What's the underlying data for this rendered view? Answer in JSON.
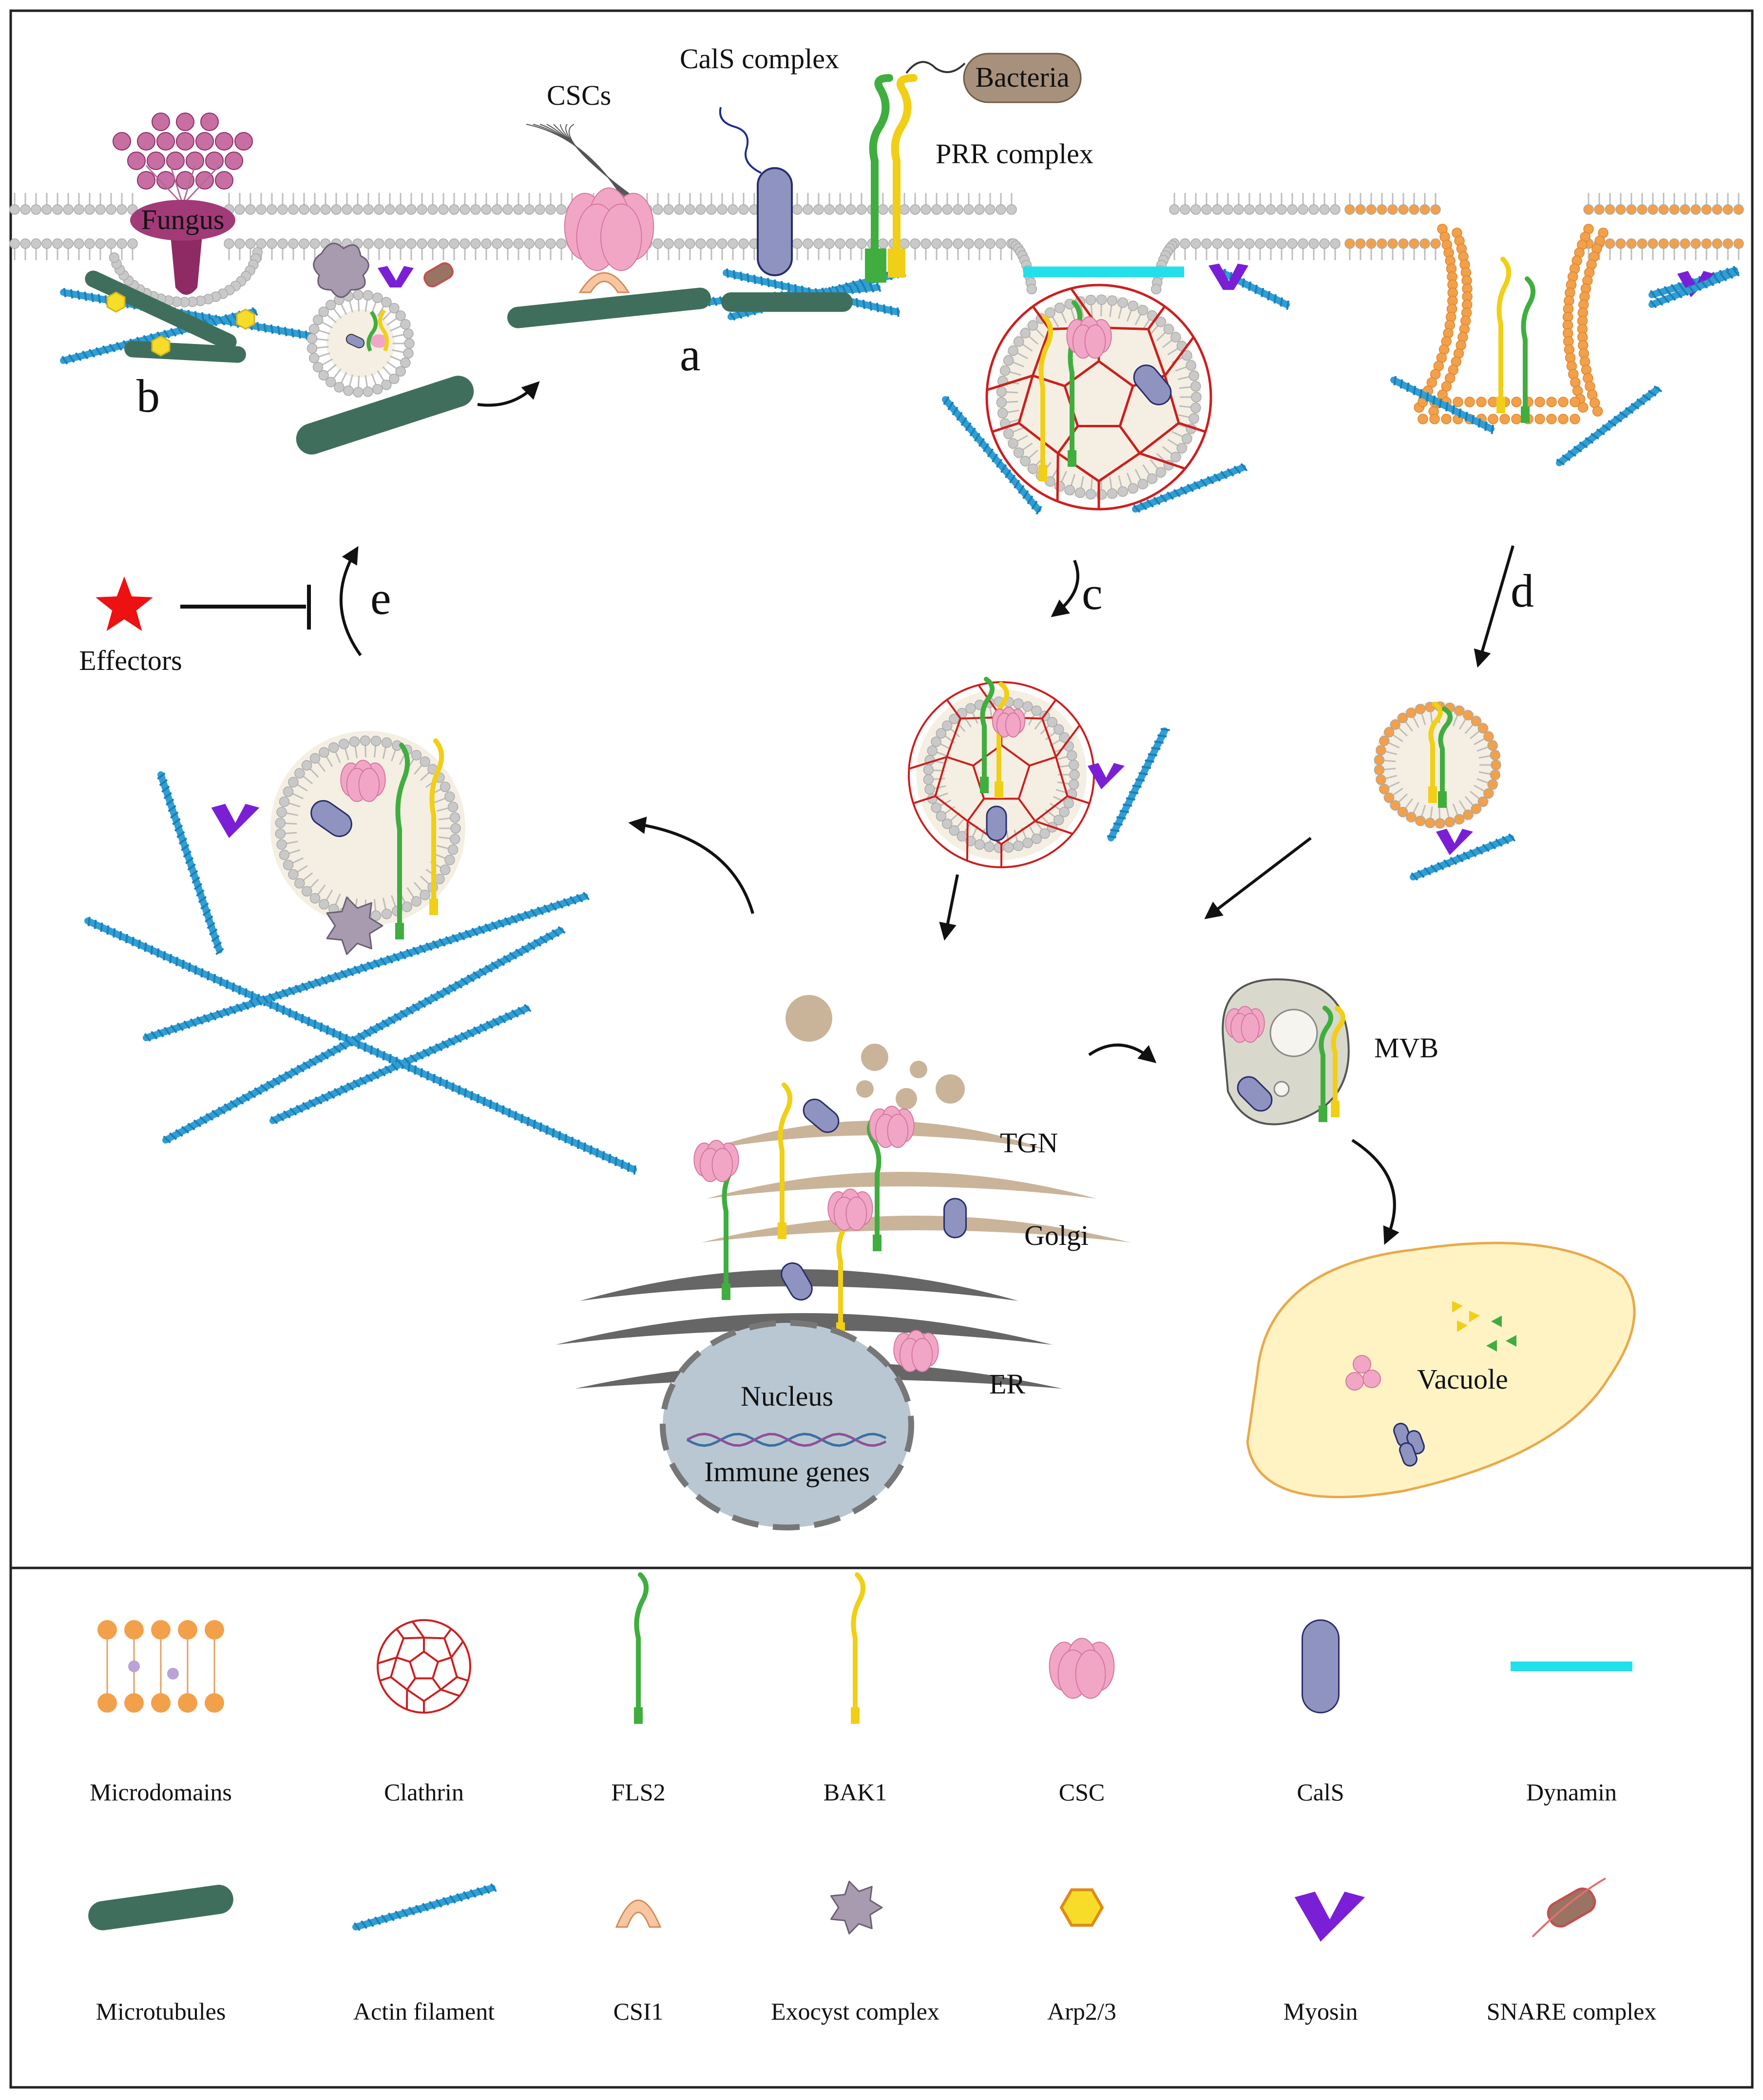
{
  "diagram": {
    "labels": {
      "fungus": "Fungus",
      "cscs": "CSCs",
      "cals_complex": "CalS complex",
      "bacteria": "Bacteria",
      "prr_complex": "PRR complex",
      "effectors": "Effectors",
      "mvb": "MVB",
      "tgn": "TGN",
      "golgi": "Golgi",
      "er": "ER",
      "nucleus": "Nucleus",
      "immune_genes": "Immune genes",
      "vacuole": "Vacuole"
    },
    "panel_letters": {
      "a": "a",
      "b": "b",
      "c": "c",
      "d": "d",
      "e": "e"
    },
    "colors": {
      "fls2": "#3fae3f",
      "bak1": "#f0cf16",
      "actin": "#2f9fd6",
      "microtubule": "#3f6f5c",
      "clathrin": "#cc1f1f",
      "microdomain": "#f3a04a",
      "csc": "#f2a6c6",
      "cals": "#8f93bf",
      "dynamin": "#22e0ea",
      "myosin": "#7a1fd6",
      "exocyst": "#a89bb0",
      "arp23": "#f7dc2a",
      "effector_star": "#ee1111",
      "vacuole": "#fff3c4",
      "mvb": "#d9d8cc",
      "nucleus": "#b9c7d2",
      "golgi": "#c9b49a",
      "er": "#666666"
    }
  },
  "legend": {
    "row1": [
      {
        "label": "Microdomains",
        "icon": "microdomain-icon"
      },
      {
        "label": "Clathrin",
        "icon": "clathrin-icon"
      },
      {
        "label": "FLS2",
        "icon": "fls2-icon"
      },
      {
        "label": "BAK1",
        "icon": "bak1-icon"
      },
      {
        "label": "CSC",
        "icon": "csc-icon"
      },
      {
        "label": "CalS",
        "icon": "cals-icon"
      },
      {
        "label": "Dynamin",
        "icon": "dynamin-icon"
      }
    ],
    "row2": [
      {
        "label": "Microtubules",
        "icon": "microtubule-icon"
      },
      {
        "label": "Actin filament",
        "icon": "actin-filament-icon"
      },
      {
        "label": "CSI1",
        "icon": "csi1-icon"
      },
      {
        "label": "Exocyst complex",
        "icon": "exocyst-icon"
      },
      {
        "label": "Arp2/3",
        "icon": "arp23-icon"
      },
      {
        "label": "Myosin",
        "icon": "myosin-icon"
      },
      {
        "label": "SNARE complex",
        "icon": "snare-icon"
      }
    ]
  }
}
